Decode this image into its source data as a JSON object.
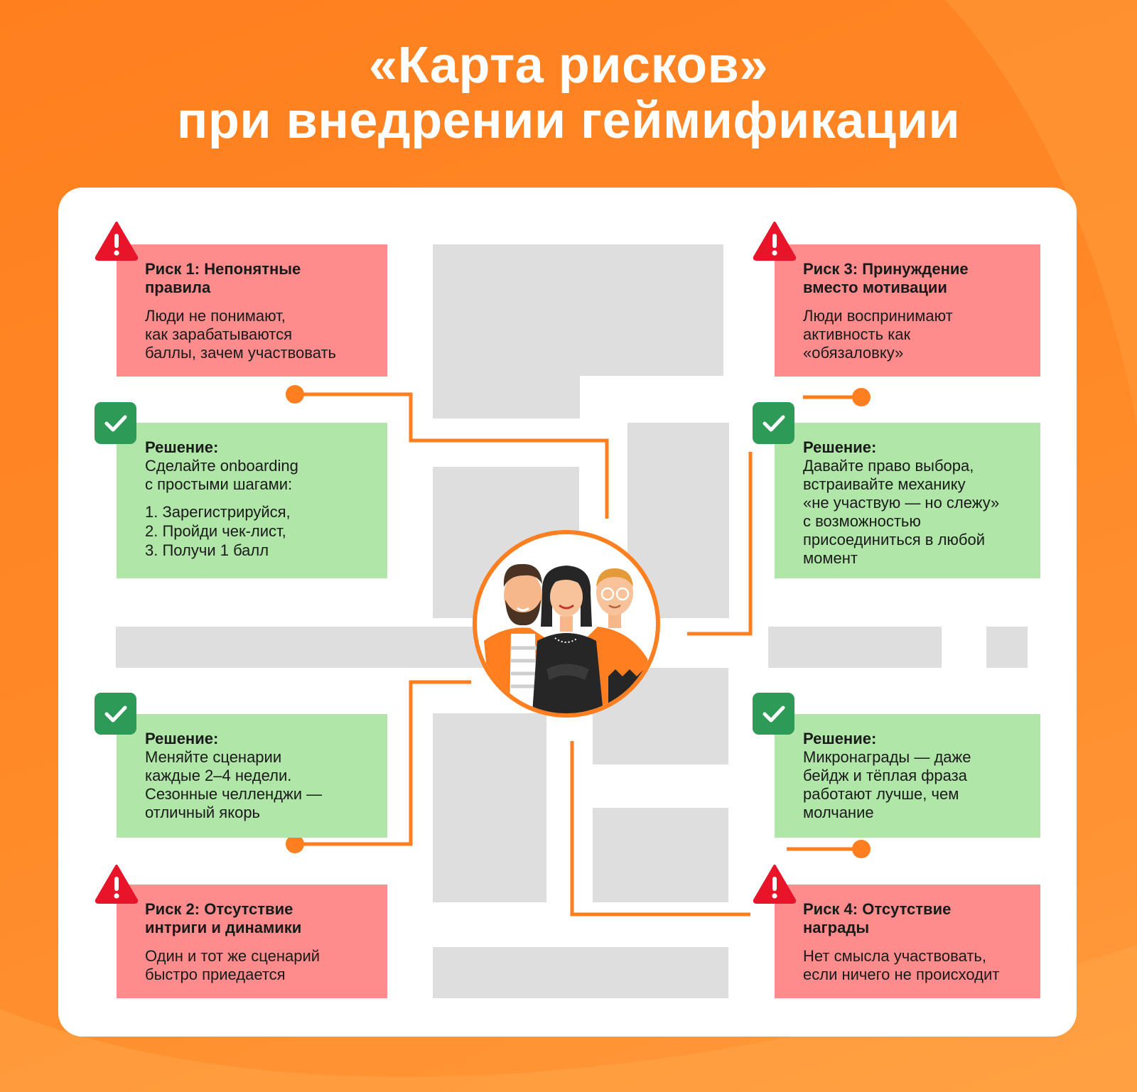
{
  "title": {
    "line1": "«Карта рисков»",
    "line2": "при внедрении геймификации"
  },
  "colors": {
    "background": "#ff8424",
    "risk": "#fe8c8c",
    "solution": "#b0e6a8",
    "warning_icon": "#e8152a",
    "check_icon": "#2e9a57",
    "connector": "#ff7e1f",
    "block": "#dedede"
  },
  "cards": {
    "risk1": {
      "title": "Риск 1: Непонятные\nправила",
      "body": "Люди не понимают,\nкак зарабатываются\nбаллы, зачем участвовать",
      "icon": "warning-icon"
    },
    "solution1": {
      "title": "Решение:",
      "body": "Сделайте onboarding\nс простыми шагами:",
      "list": "1. Зарегистрируйся,\n2. Пройди чек-лист,\n3. Получи 1 балл",
      "icon": "check-icon"
    },
    "risk3": {
      "title": "Риск 3: Принуждение\nвместо мотивации",
      "body": "Люди воспринимают\nактивность как\n«обязаловку»",
      "icon": "warning-icon"
    },
    "solution3": {
      "title": "Решение:",
      "body": "Давайте право выбора,\nвстраивайте механику\n«не участвую —  но слежу»\nс возможностью\nприсоединиться в любой\nмомент",
      "icon": "check-icon"
    },
    "solution2": {
      "title": "Решение:",
      "body": "Меняйте сценарии\nкаждые 2–4 недели.\nСезонные челленджи —\nотличный якорь",
      "icon": "check-icon"
    },
    "risk2": {
      "title": "Риск 2: Отсутствие\nинтриги и динамики",
      "body": "Один и тот же сценарий\nбыстро приедается",
      "icon": "warning-icon"
    },
    "solution4": {
      "title": "Решение:",
      "body": "Микронаграды — даже\nбейдж и тёплая фраза\nработают лучше, чем\nмолчание",
      "icon": "check-icon"
    },
    "risk4": {
      "title": "Риск 4: Отсутствие\nнаграды",
      "body": "Нет смысла участвовать,\nесли ничего не происходит",
      "icon": "warning-icon"
    }
  },
  "center": {
    "illustration": "team-people-illustration"
  }
}
